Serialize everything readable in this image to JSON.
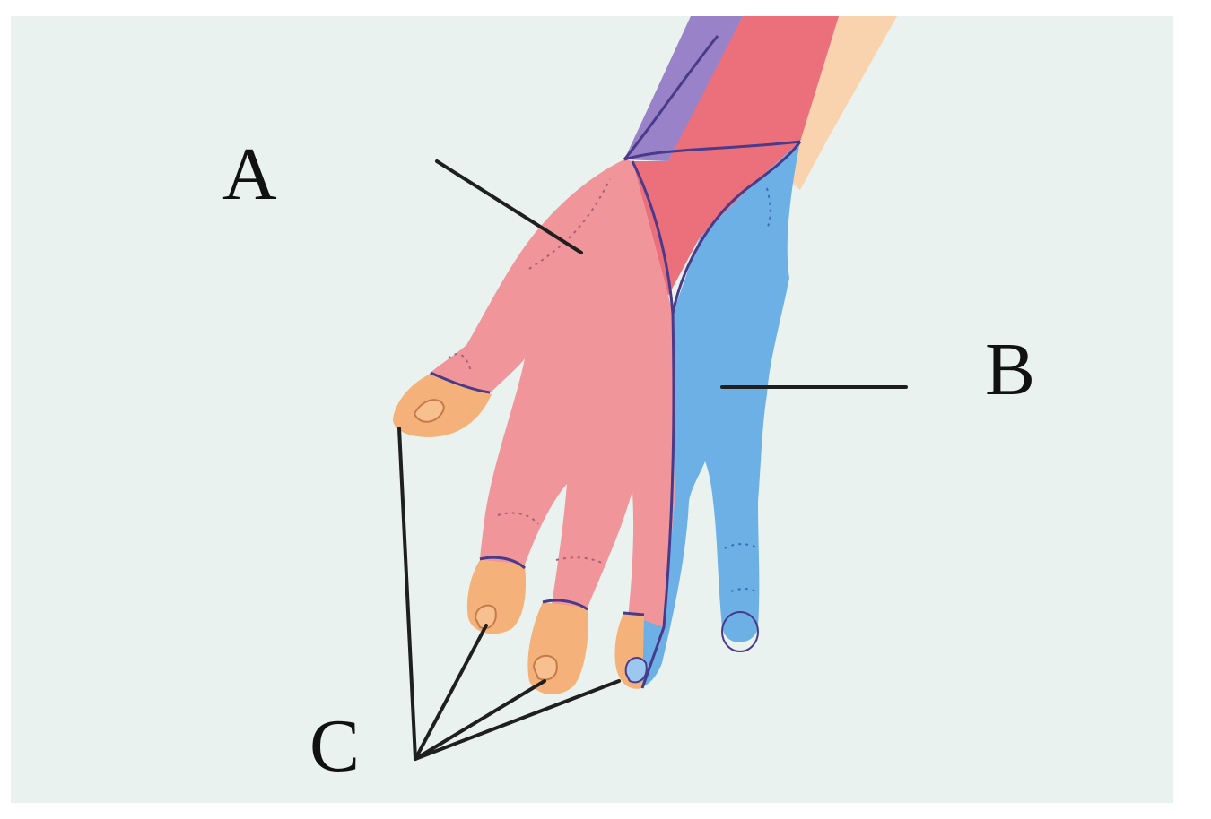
{
  "labels": {
    "a": "A",
    "b": "B",
    "c": "C"
  },
  "colors": {
    "background": "#e9f2ef",
    "median_region": "#f0959a",
    "median_dorsal_strip": "#ec6f7c",
    "ulnar_region": "#6db0e6",
    "radial_purple": "#9a82c8",
    "skin_forearm": "#f8d3ad",
    "fingertips": "#f4b27a",
    "border_line": "#4a3a8a"
  }
}
